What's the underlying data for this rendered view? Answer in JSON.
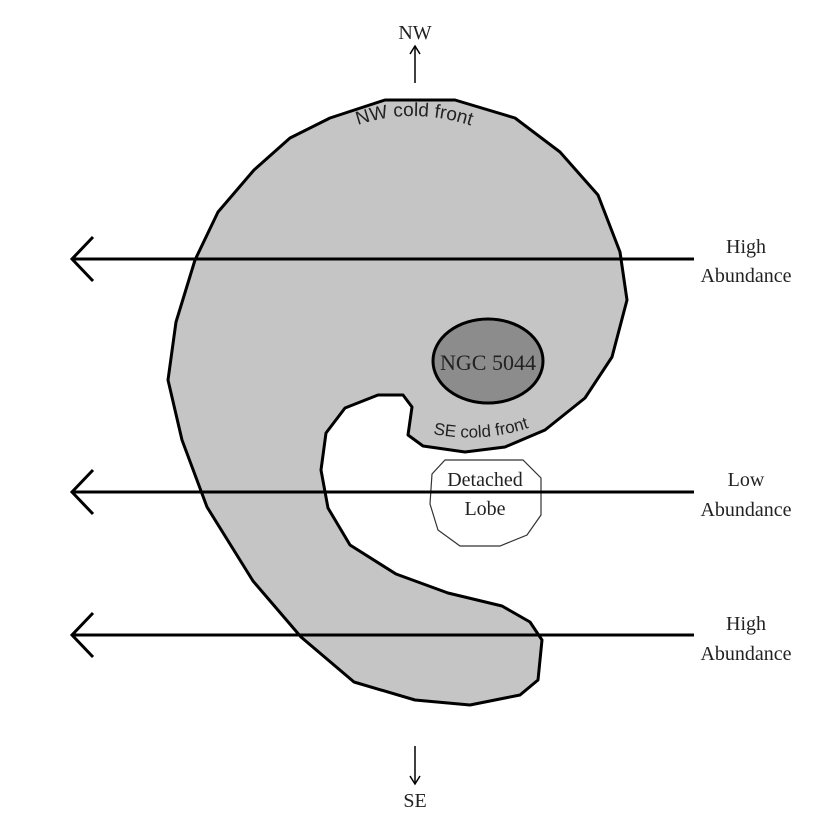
{
  "orientation": {
    "top": "NW",
    "bottom": "SE"
  },
  "labels": {
    "nw_cold_front": "NW cold front",
    "se_cold_front": "SE cold front",
    "galaxy": "NGC 5044",
    "detached_lobe_line1": "Detached",
    "detached_lobe_line2": "Lobe"
  },
  "abundance_arrows": [
    {
      "line1": "High",
      "line2": "Abundance"
    },
    {
      "line1": "Low",
      "line2": "Abundance"
    },
    {
      "line1": "High",
      "line2": "Abundance"
    }
  ],
  "colors": {
    "gas_fill": "#c6c5c5",
    "galaxy_fill": "#8c8c8c",
    "stroke": "#000000",
    "background": "#ffffff"
  }
}
